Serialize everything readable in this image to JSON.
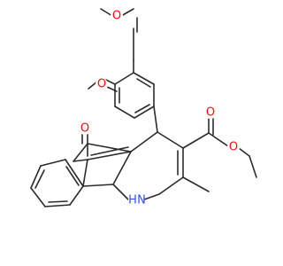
{
  "molecule": {
    "atom_color_O": "#ff0d0d",
    "atom_color_N": "#3050f8",
    "labels": {
      "methoxy_o_top": "O",
      "methoxy_o_left": "O",
      "ketone_o": "O",
      "ester_carbonyl_o": "O",
      "ester_ether_o": "O",
      "nh": "H",
      "nh_n": "N"
    }
  }
}
